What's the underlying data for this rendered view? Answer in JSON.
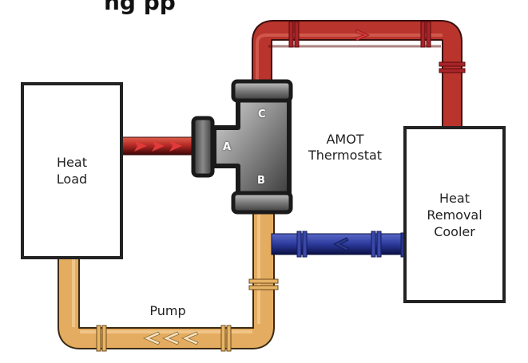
{
  "diagram": {
    "title_fragment": "ng  pp",
    "components": {
      "heat_load": {
        "label": "Heat\nLoad"
      },
      "cooler": {
        "label": "Heat\nRemoval\nCooler"
      },
      "thermostat": {
        "label": "AMOT\nThermostat",
        "ports": {
          "a": "A",
          "b": "B",
          "c": "C"
        }
      },
      "pump": {
        "label": "Pump"
      }
    },
    "pipes": {
      "hot_inlet": {
        "color": "#b0282a",
        "flow_direction": "right",
        "arrow_glyphs": ">>>"
      },
      "hot_bypass_top": {
        "color": "#b0282a",
        "flow_direction": "right",
        "arrow_glyphs": ">"
      },
      "cooled_return": {
        "color": "#2a3590",
        "flow_direction": "left",
        "arrow_glyphs": "<"
      },
      "pump_line": {
        "color": "#e2aa5c",
        "flow_direction": "left",
        "arrow_glyphs": "<<<"
      }
    },
    "colors": {
      "hot": "#b0282a",
      "cold": "#2a3590",
      "mixed": "#e2aa5c",
      "valve_body": "#7a7a7a",
      "outline": "#222222"
    }
  }
}
